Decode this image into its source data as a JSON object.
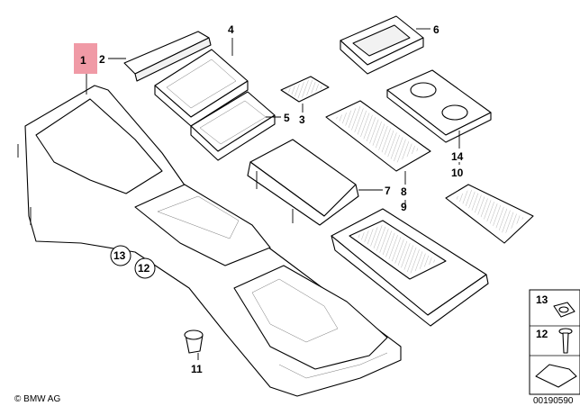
{
  "diagram": {
    "part_labels": {
      "p1": "1",
      "p2": "2",
      "p3": "3",
      "p4": "4",
      "p5": "5",
      "p6": "6",
      "p7": "7",
      "p8": "8",
      "p9": "9",
      "p10": "10",
      "p11": "11",
      "p12": "12",
      "p13": "13",
      "p14": "14"
    },
    "legend": {
      "item13": "13",
      "item12": "12"
    },
    "footer": {
      "copyright": "© BMW AG",
      "diagram_id": "00190590"
    },
    "colors": {
      "highlight": "#f09aa6"
    }
  }
}
